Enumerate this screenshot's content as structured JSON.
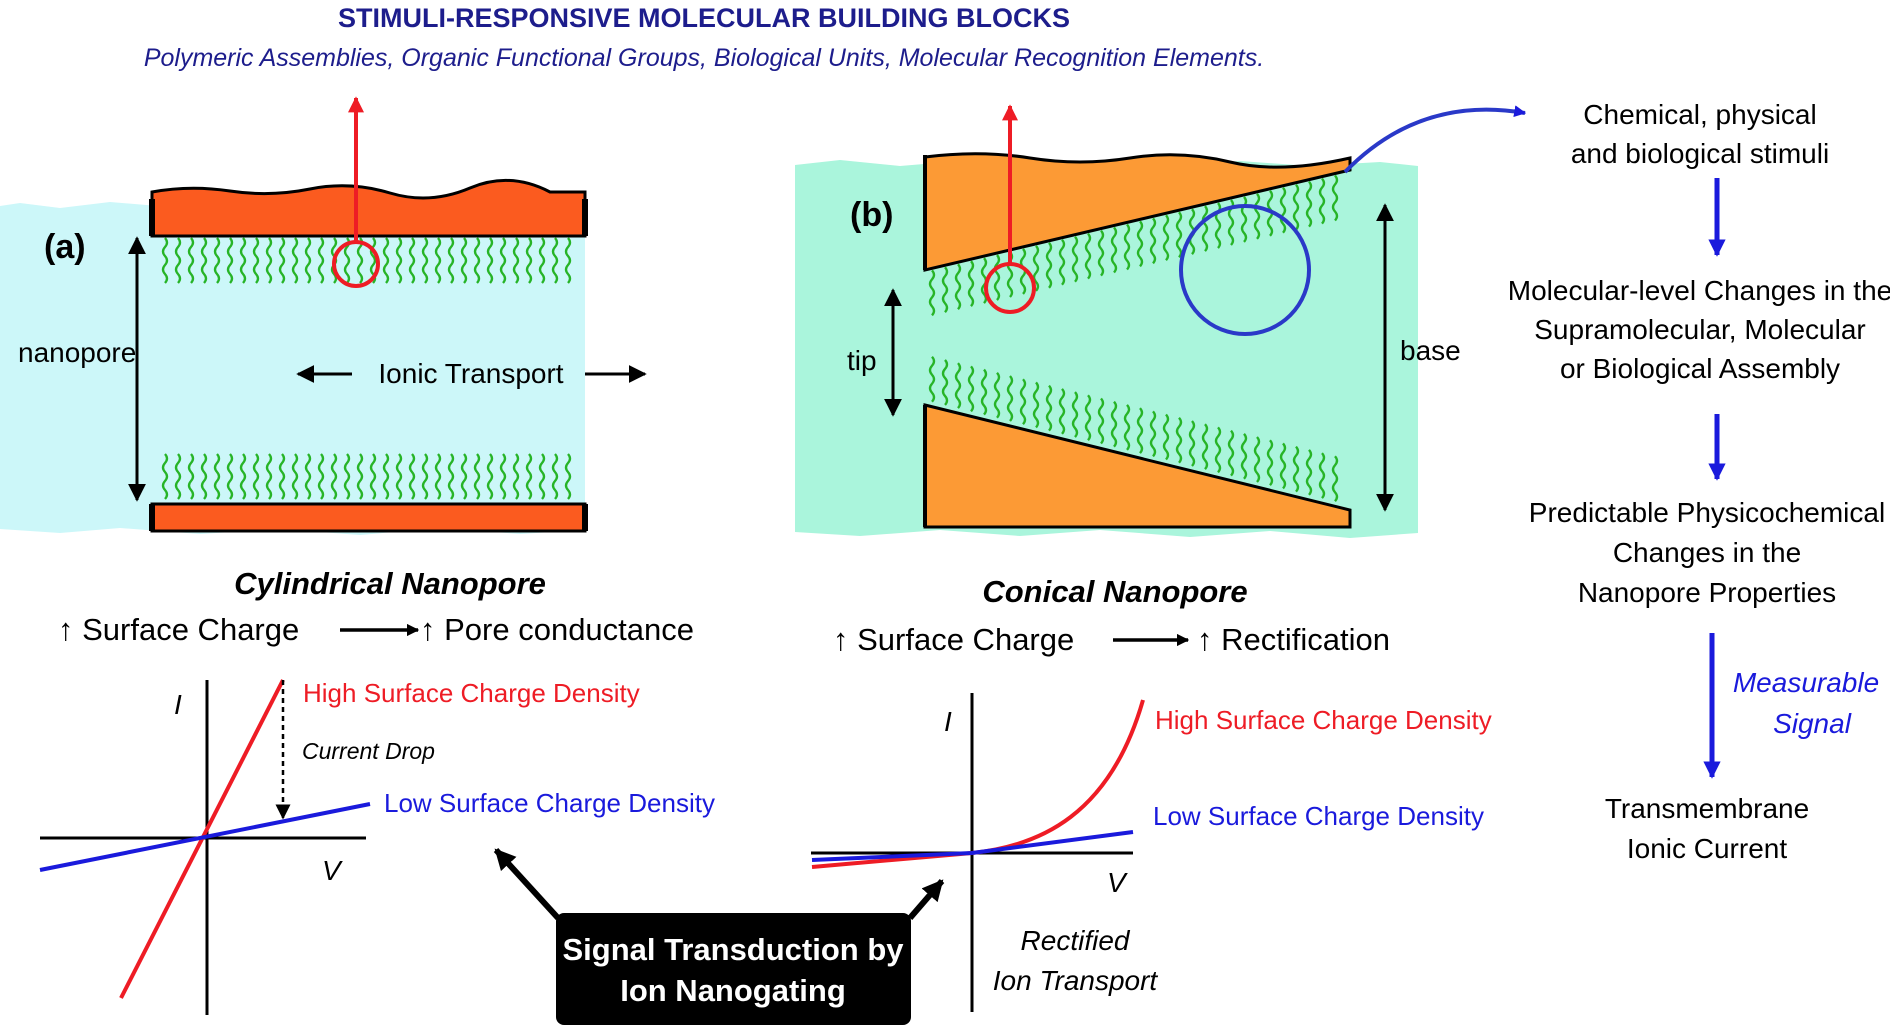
{
  "header": {
    "title": "STIMULI-RESPONSIVE MOLECULAR BUILDING BLOCKS",
    "subtitle": "Polymeric Assemblies, Organic Functional Groups, Biological Units, Molecular Recognition Elements."
  },
  "panel_a": {
    "label": "(a)",
    "dimension_label": "nanopore",
    "transport_label": "Ionic Transport",
    "title": "Cylindrical Nanopore",
    "relation_left": "↑ Surface Charge",
    "relation_right": "↑ Pore conductance"
  },
  "panel_b": {
    "label": "(b)",
    "tip_label": "tip",
    "base_label": "base",
    "title": "Conical Nanopore",
    "relation_left": "↑ Surface Charge",
    "relation_right": "↑ Rectification"
  },
  "plot_a": {
    "y_axis": "I",
    "x_axis": "V",
    "high_label": "High Surface Charge Density",
    "low_label": "Low Surface Charge Density",
    "drop_label": "Current Drop"
  },
  "plot_b": {
    "y_axis": "I",
    "x_axis": "V",
    "high_label": "High Surface Charge Density",
    "low_label": "Low Surface Charge Density",
    "note_line1": "Rectified",
    "note_line2": "Ion Transport"
  },
  "signal_box": {
    "line1": "Signal Transduction by",
    "line2": "Ion Nanogating"
  },
  "flow": {
    "step1_line1": "Chemical, physical",
    "step1_line2": "and biological stimuli",
    "step2_line1": "Molecular-level Changes in the",
    "step2_line2": "Supramolecular, Molecular",
    "step2_line3": "or Biological Assembly",
    "step3_line1": "Predictable Physicochemical",
    "step3_line2": "Changes in the",
    "step3_line3": "Nanopore Properties",
    "measure_line1": "Measurable",
    "measure_line2": "Signal",
    "step4_line1": "Transmembrane",
    "step4_line2": "Ionic Current"
  },
  "colors": {
    "solution_a": "#ccf7f9",
    "solution_b": "#aaf5dc",
    "membrane_a": "#fb5b1f",
    "membrane_b": "#fc9a35",
    "chains": "#27b427",
    "red": "#ee1c25",
    "blue": "#1a1adc",
    "navy": "#1d1d8c"
  }
}
